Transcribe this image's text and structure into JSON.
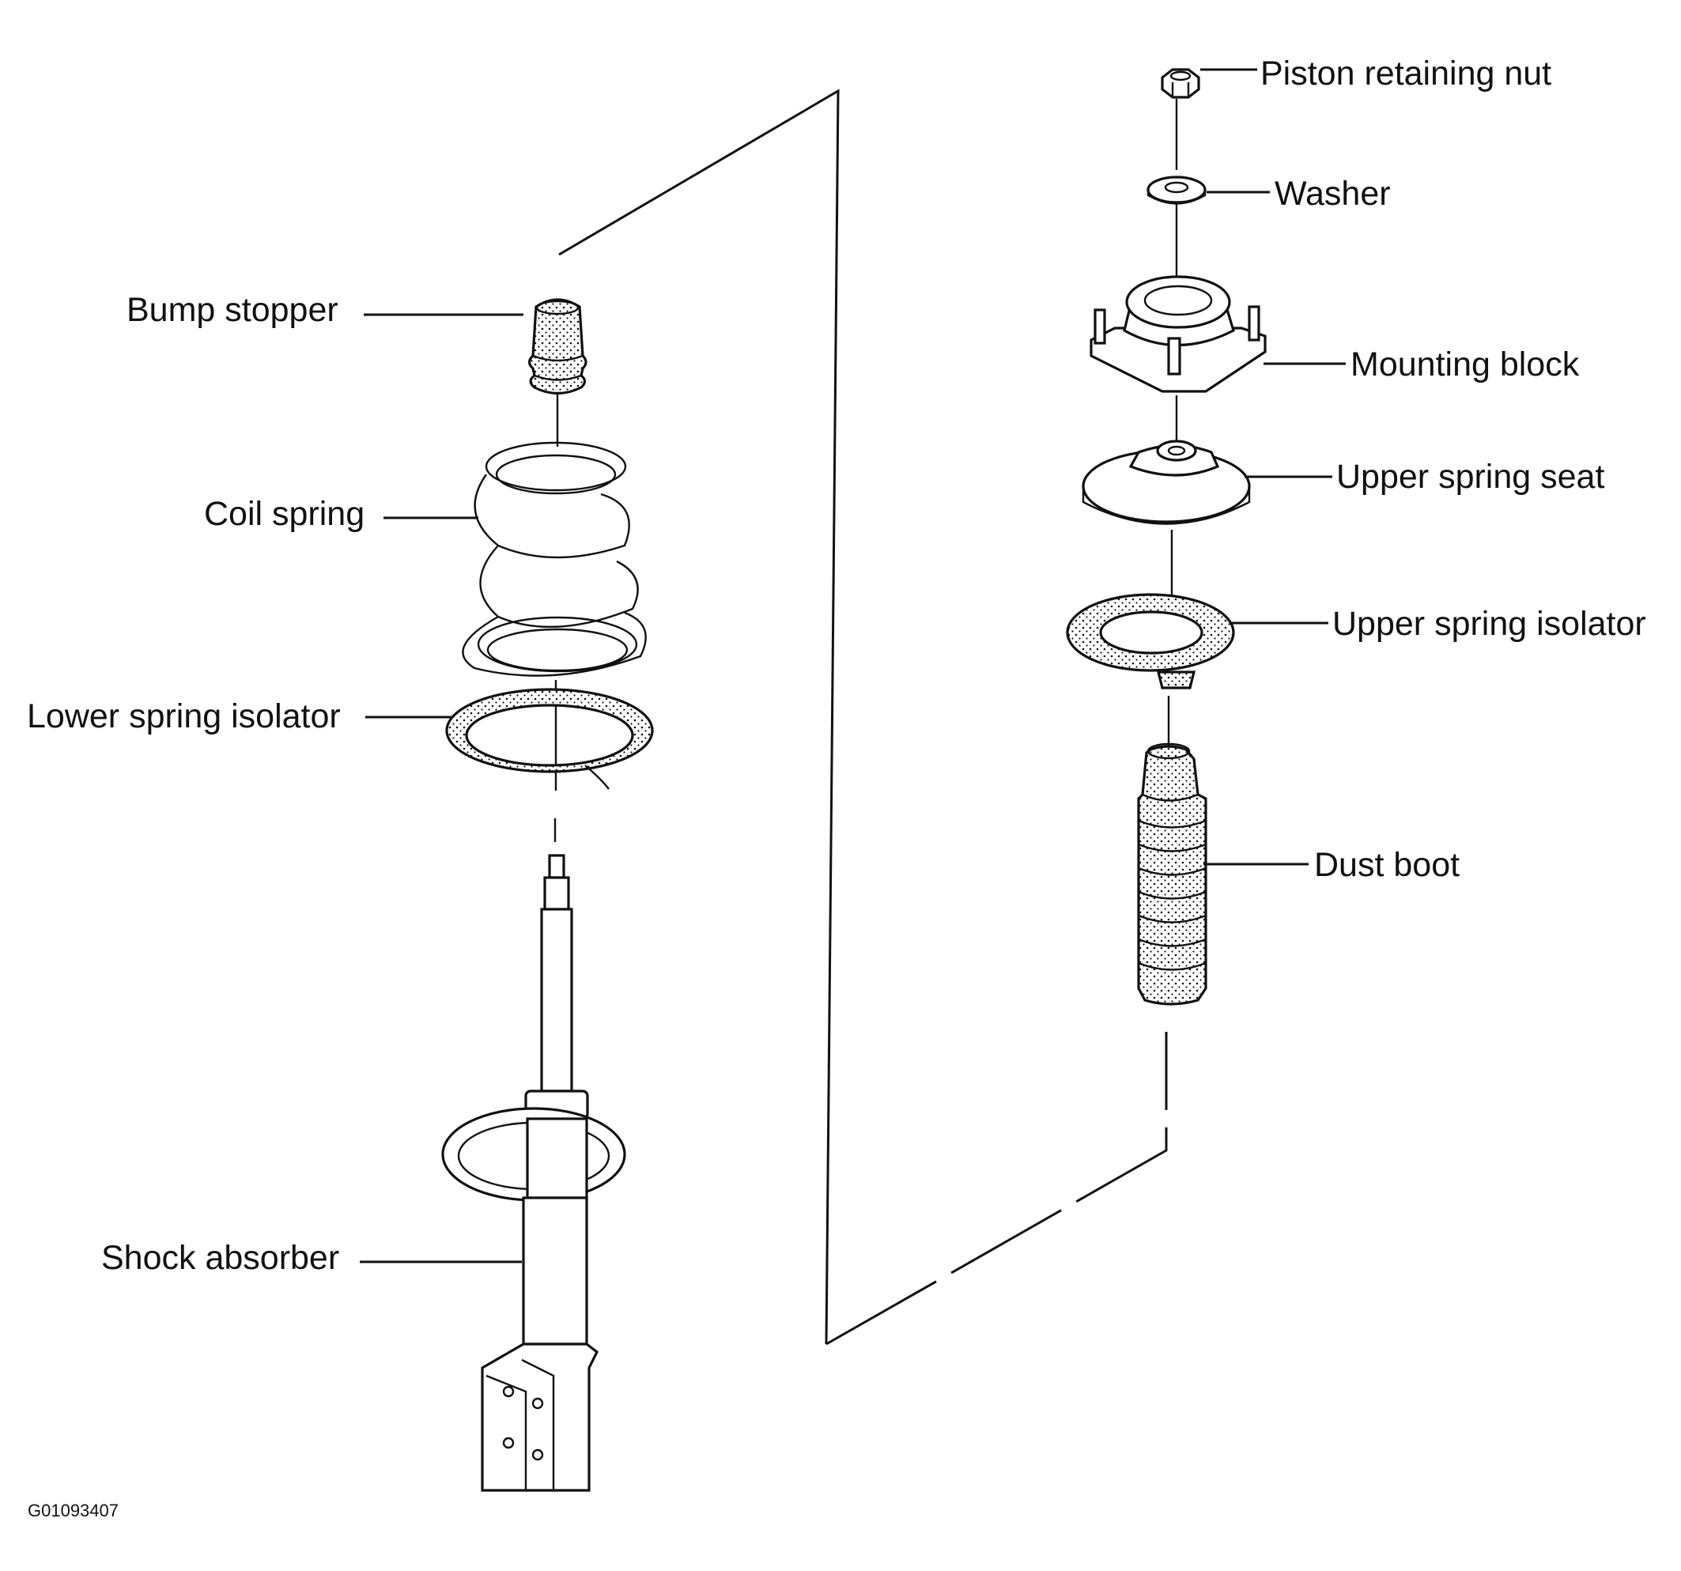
{
  "labels": {
    "bump_stopper": "Bump stopper",
    "coil_spring": "Coil spring",
    "lower_spring_isolator": "Lower spring isolator",
    "shock_absorber": "Shock absorber",
    "piston_retaining_nut": "Piston retaining nut",
    "washer": "Washer",
    "mounting_block": "Mounting block",
    "upper_spring_seat": "Upper spring seat",
    "upper_spring_isolator": "Upper spring isolator",
    "dust_boot": "Dust boot"
  },
  "figure_code": "G01093407",
  "colors": {
    "ink": "#111111",
    "paper": "#ffffff"
  }
}
